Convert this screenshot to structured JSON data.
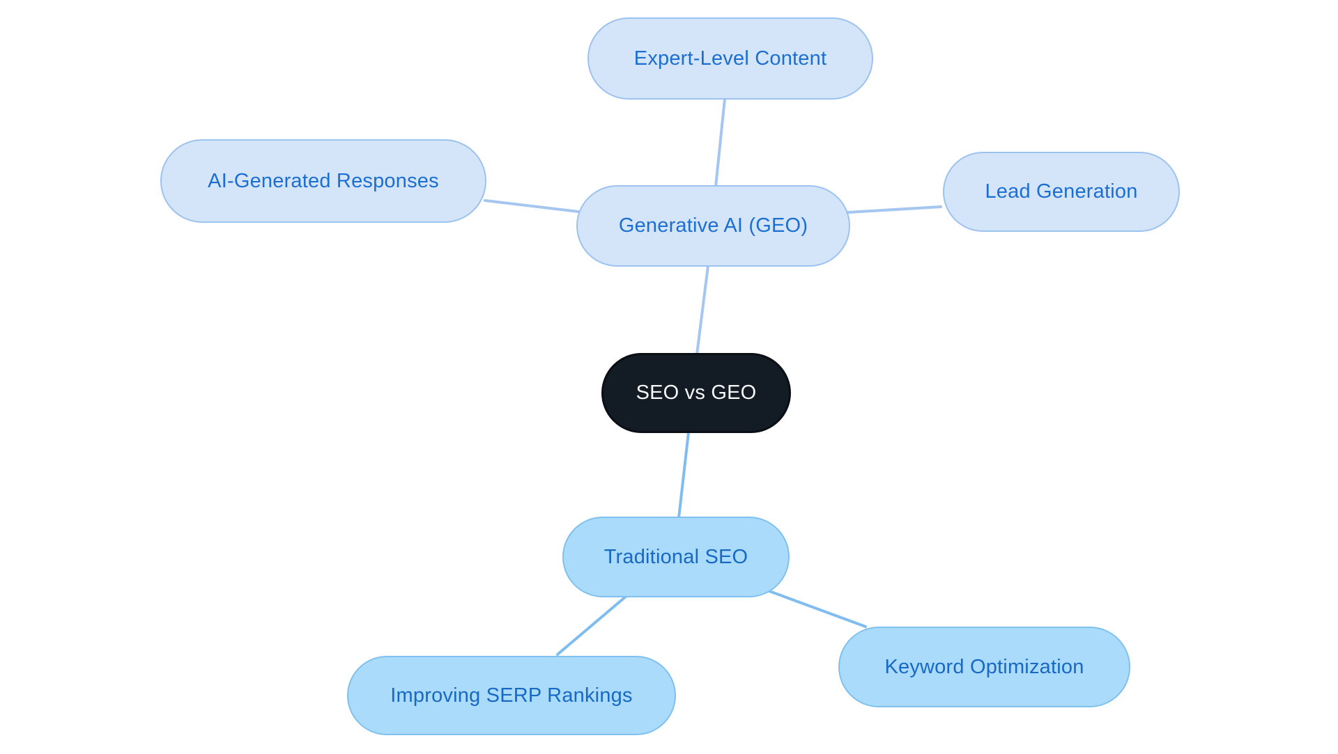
{
  "diagram": {
    "type": "mindmap",
    "title": "SEO vs GEO",
    "nodes": {
      "root": {
        "id": "seo-vs-geo",
        "label": "SEO vs GEO",
        "role": "root"
      },
      "generative": {
        "id": "generative-ai-geo",
        "label": "Generative AI (GEO)",
        "role": "branch",
        "parent": "seo-vs-geo"
      },
      "expert": {
        "id": "expert-level-content",
        "label": "Expert-Level Content",
        "role": "leaf",
        "parent": "generative-ai-geo"
      },
      "ai_responses": {
        "id": "ai-generated-responses",
        "label": "AI-Generated Responses",
        "role": "leaf",
        "parent": "generative-ai-geo"
      },
      "lead": {
        "id": "lead-generation",
        "label": "Lead Generation",
        "role": "leaf",
        "parent": "generative-ai-geo"
      },
      "traditional": {
        "id": "traditional-seo",
        "label": "Traditional SEO",
        "role": "branch",
        "parent": "seo-vs-geo"
      },
      "serp": {
        "id": "improving-serp-rankings",
        "label": "Improving SERP Rankings",
        "role": "leaf",
        "parent": "traditional-seo"
      },
      "keyword": {
        "id": "keyword-optimization",
        "label": "Keyword Optimization",
        "role": "leaf",
        "parent": "traditional-seo"
      }
    },
    "edges": [
      {
        "from": "expert-level-content",
        "to": "generative-ai-geo"
      },
      {
        "from": "ai-generated-responses",
        "to": "generative-ai-geo"
      },
      {
        "from": "generative-ai-geo",
        "to": "lead-generation"
      },
      {
        "from": "generative-ai-geo",
        "to": "seo-vs-geo"
      },
      {
        "from": "seo-vs-geo",
        "to": "traditional-seo"
      },
      {
        "from": "traditional-seo",
        "to": "improving-serp-rankings"
      },
      {
        "from": "traditional-seo",
        "to": "keyword-optimization"
      }
    ]
  },
  "colors": {
    "background": "#ffffff",
    "root_fill": "#131b24",
    "root_border": "#0a0f16",
    "root_text": "#f7f8fa",
    "geo_branch_fill": "#d5e5f9",
    "geo_branch_border": "#9cc2f0",
    "geo_branch_text": "#1b6ed2",
    "geo_edge": "#a4c6f1",
    "seo_branch_fill": "#abdbfa",
    "seo_branch_border": "#7fc0ef",
    "seo_branch_text": "#1769c5",
    "seo_edge": "#7fbdf0"
  }
}
